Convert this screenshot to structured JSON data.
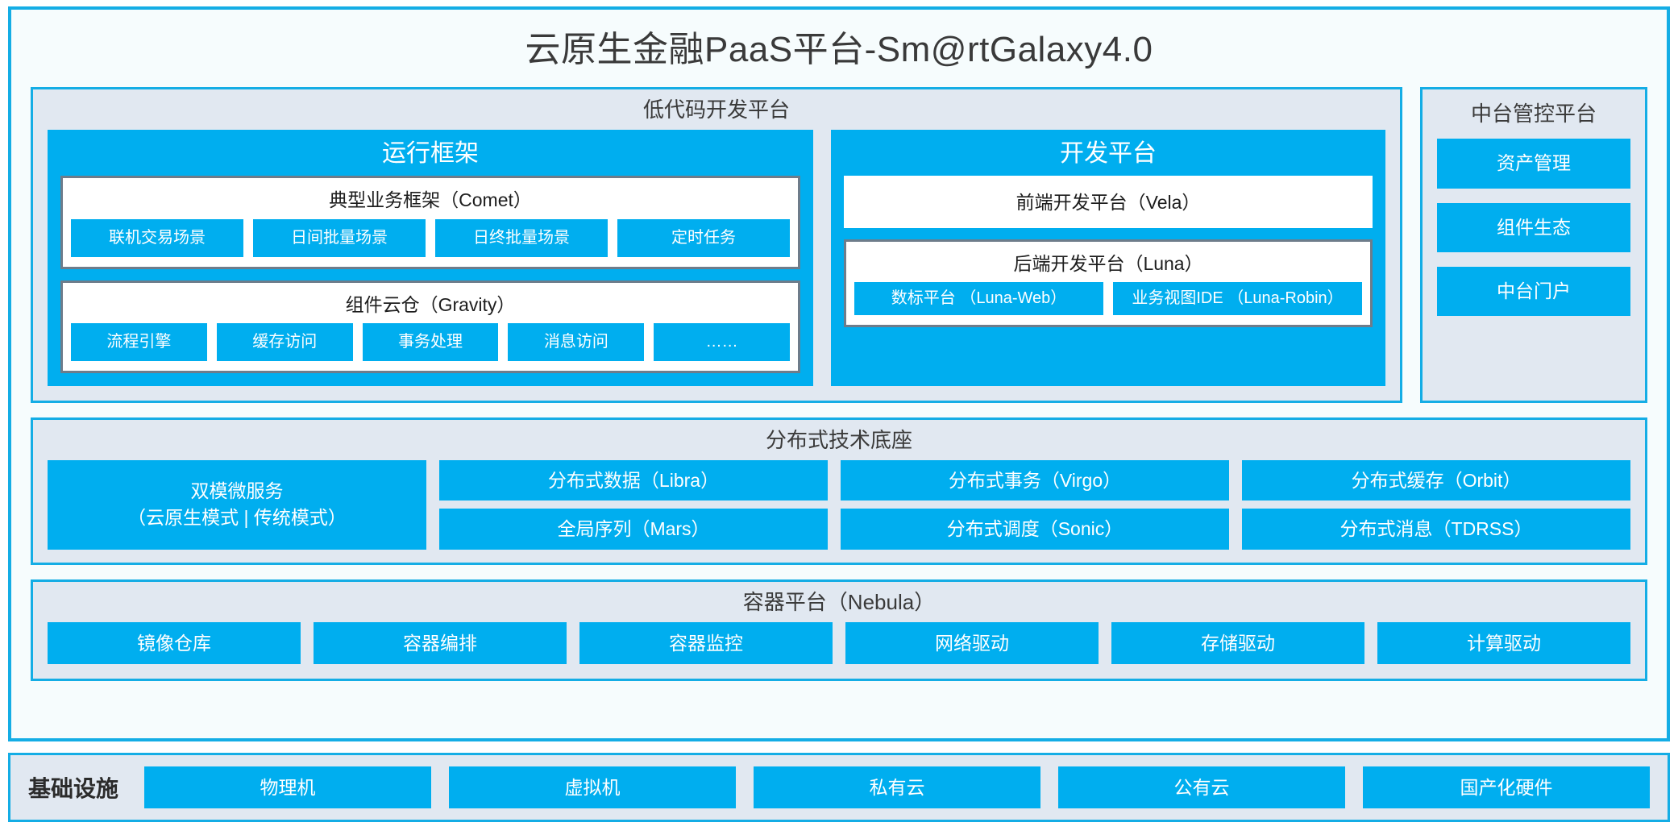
{
  "title": "云原生金融PaaS平台-Sm@rtGalaxy4.0",
  "colors": {
    "accent_blue": "#00AEEF",
    "panel_bg": "#E1E8F1",
    "outer_bg": "#F6FCFD",
    "border_blue": "#14ADE5",
    "inner_border_gray": "#6E7C8A",
    "text_dark": "#3A3A3A"
  },
  "lowcode": {
    "title": "低代码开发平台",
    "runtime": {
      "title": "运行框架",
      "comet": {
        "title": "典型业务框架（Comet）",
        "chips": [
          "联机交易场景",
          "日间批量场景",
          "日终批量场景",
          "定时任务"
        ]
      },
      "gravity": {
        "title": "组件云仓（Gravity）",
        "chips": [
          "流程引擎",
          "缓存访问",
          "事务处理",
          "消息访问",
          "……"
        ]
      }
    },
    "devplatform": {
      "title": "开发平台",
      "frontend": "前端开发平台（Vela）",
      "backend": {
        "title": "后端开发平台（Luna）",
        "chips": [
          {
            "line1": "数标平台",
            "line2": "（Luna-Web）"
          },
          {
            "line1": "业务视图IDE",
            "line2": "（Luna-Robin）"
          }
        ]
      }
    }
  },
  "midplatform": {
    "title": "中台管控平台",
    "chips": [
      "资产管理",
      "组件生态",
      "中台门户"
    ]
  },
  "distributed": {
    "title": "分布式技术底座",
    "microservice": {
      "line1": "双模微服务",
      "line2": "（云原生模式 | 传统模式）"
    },
    "columns": [
      [
        "分布式数据（Libra）",
        "全局序列（Mars）"
      ],
      [
        "分布式事务（Virgo）",
        "分布式调度（Sonic）"
      ],
      [
        "分布式缓存（Orbit）",
        "分布式消息（TDRSS）"
      ]
    ]
  },
  "container": {
    "title": "容器平台（Nebula）",
    "chips": [
      "镜像仓库",
      "容器编排",
      "容器监控",
      "网络驱动",
      "存储驱动",
      "计算驱动"
    ]
  },
  "infrastructure": {
    "label": "基础设施",
    "chips": [
      "物理机",
      "虚拟机",
      "私有云",
      "公有云",
      "国产化硬件"
    ]
  }
}
